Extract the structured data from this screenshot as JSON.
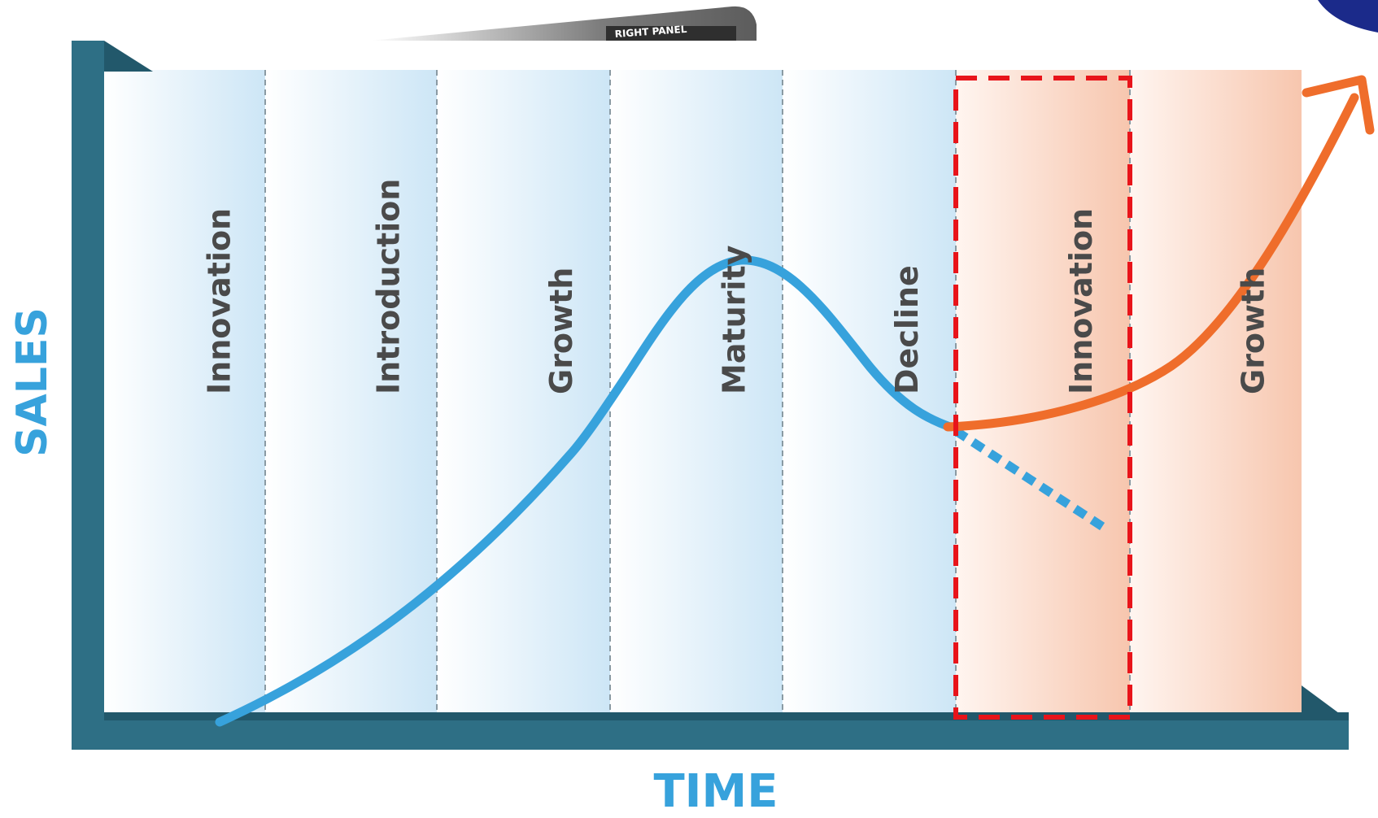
{
  "colors": {
    "axis": "#2e6f85",
    "axis_dark": "#22586b",
    "curve_blue": "#37a2dc",
    "curve_orange": "#ef6d2b",
    "stage_label": "#4a4a4a",
    "highlight_box": "#e8141a",
    "blue_band": "#cde6f6",
    "orange_band": "#f7c6ae",
    "divider": "#8a9aa3"
  },
  "axes": {
    "y_label": "SALES",
    "x_label": "TIME"
  },
  "stages": [
    {
      "label": "Innovation",
      "phase": "current"
    },
    {
      "label": "Introduction",
      "phase": "current"
    },
    {
      "label": "Growth",
      "phase": "current"
    },
    {
      "label": "Maturity",
      "phase": "current"
    },
    {
      "label": "Decline",
      "phase": "current"
    },
    {
      "label": "Innovation",
      "phase": "renewal",
      "highlighted": true
    },
    {
      "label": "Growth",
      "phase": "renewal"
    }
  ],
  "top_clip": {
    "panel_text": "RIGHT PANEL"
  },
  "icons": {
    "arrow": "arrow-head-icon",
    "corner_badge": "circle-badge-icon"
  }
}
